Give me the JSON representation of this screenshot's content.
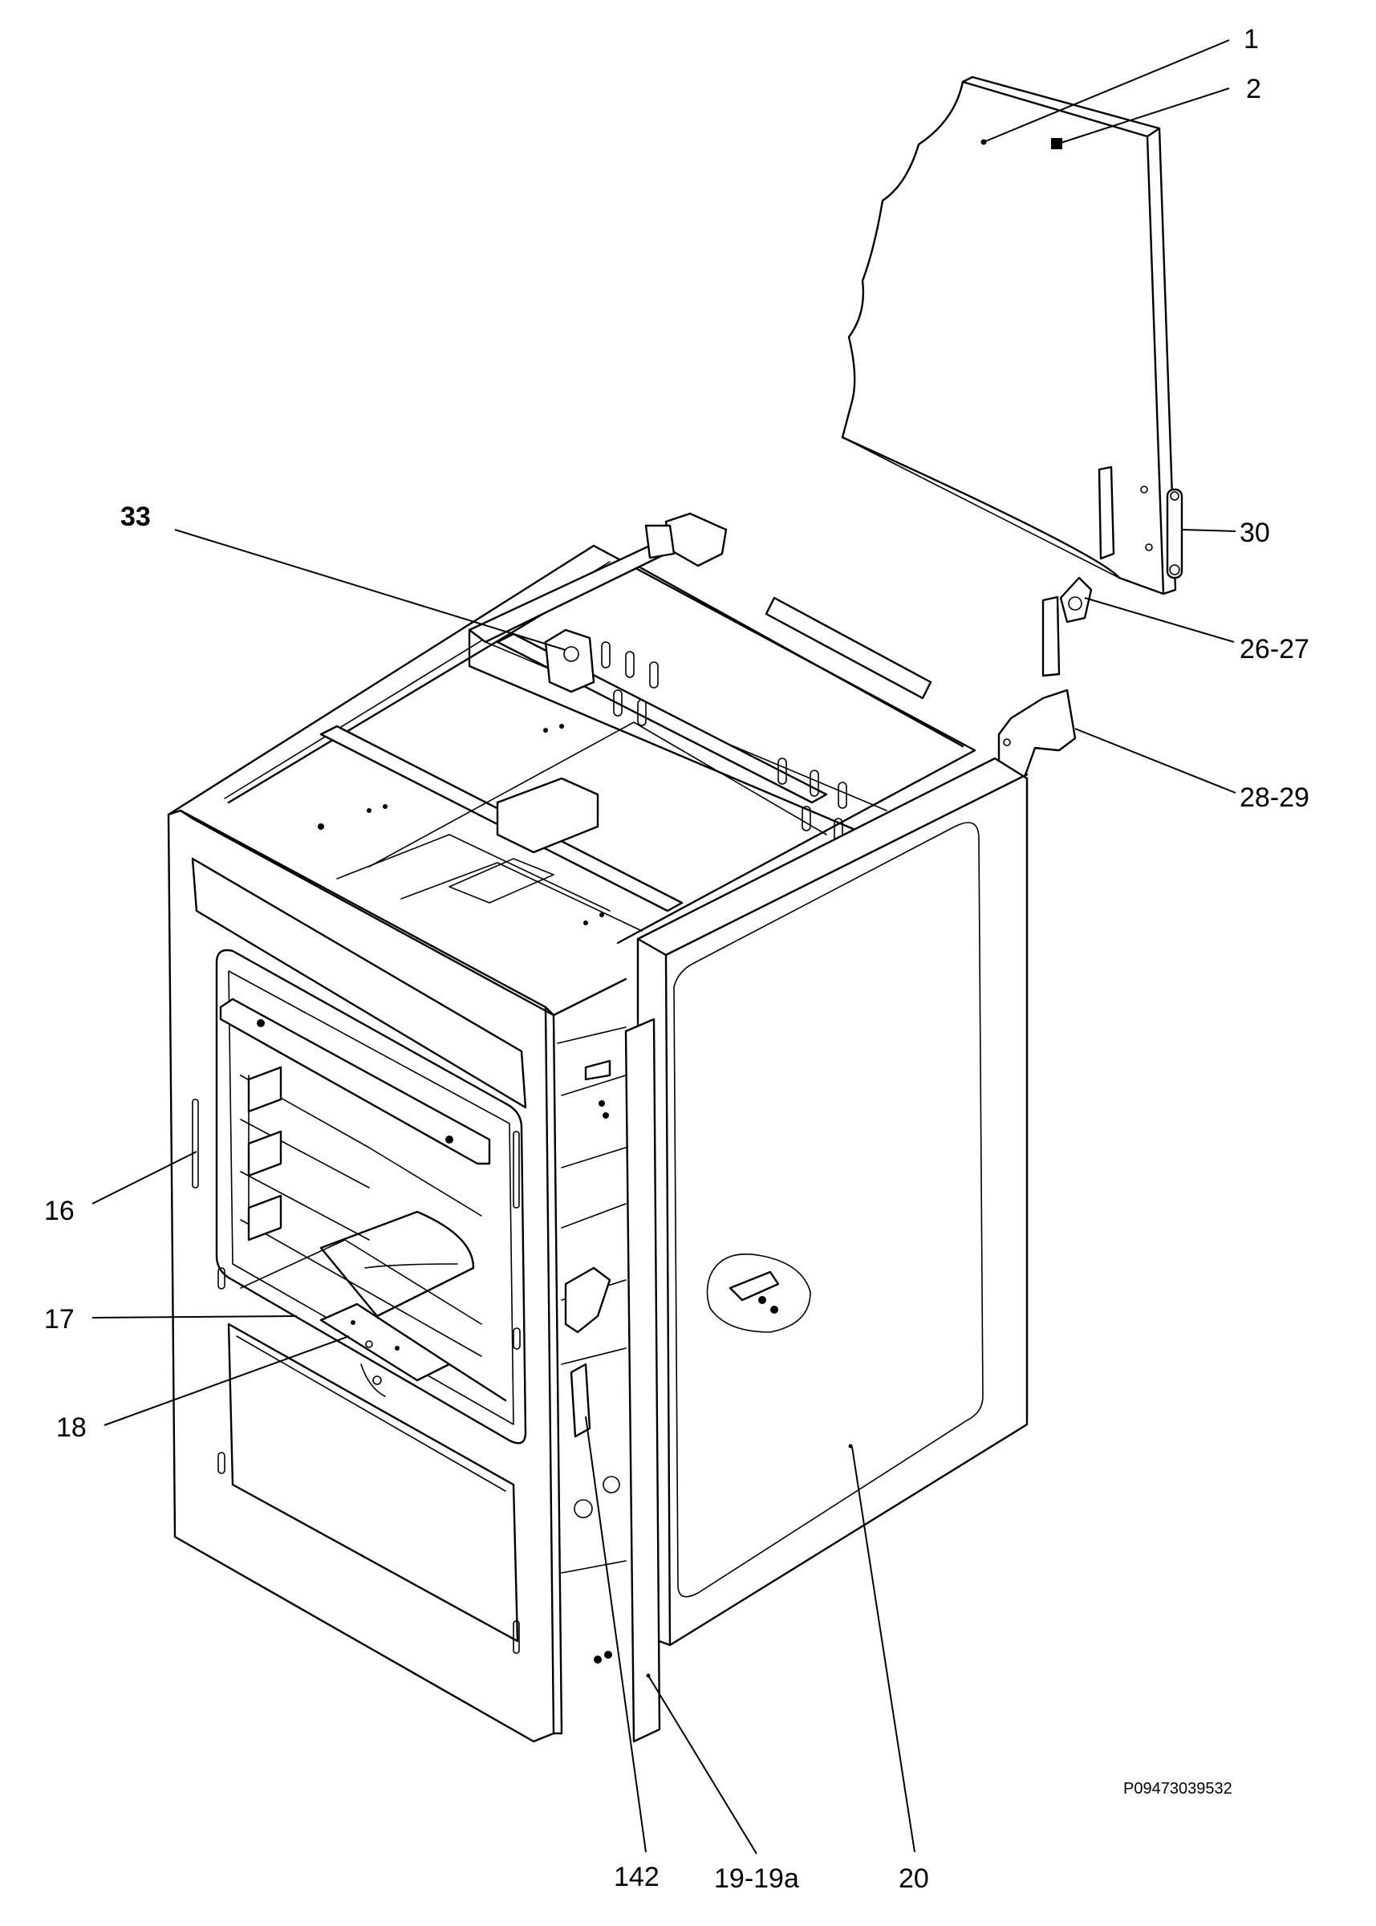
{
  "labels": {
    "l1": "1",
    "l2": "2",
    "l30": "30",
    "l26": "26-27",
    "l28": "28-29",
    "l33": "33",
    "l16": "16",
    "l17": "17",
    "l18": "18",
    "l142": "142",
    "l19": "19-19a",
    "l20": "20"
  },
  "drawing_code": "P09473039532"
}
